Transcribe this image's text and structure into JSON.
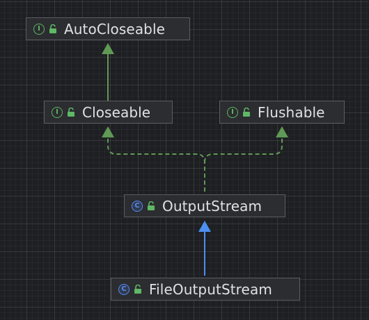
{
  "diagram": {
    "colors": {
      "interface_edge": "#5f9a56",
      "extends_edge": "#4d8ff0",
      "interface_icon": "#5fb865",
      "class_icon": "#548af7",
      "lock": "#5fb865"
    },
    "nodes": [
      {
        "id": "AutoCloseable",
        "label": "AutoCloseable",
        "kind": "interface",
        "kind_glyph": "I",
        "visibility_icon": "unlock-icon"
      },
      {
        "id": "Closeable",
        "label": "Closeable",
        "kind": "interface",
        "kind_glyph": "I",
        "visibility_icon": "unlock-icon"
      },
      {
        "id": "Flushable",
        "label": "Flushable",
        "kind": "interface",
        "kind_glyph": "I",
        "visibility_icon": "unlock-icon"
      },
      {
        "id": "OutputStream",
        "label": "OutputStream",
        "kind": "class",
        "kind_glyph": "C",
        "visibility_icon": "unlock-icon"
      },
      {
        "id": "FileOutputStream",
        "label": "FileOutputStream",
        "kind": "class",
        "kind_glyph": "C",
        "visibility_icon": "unlock-icon"
      }
    ],
    "edges": [
      {
        "from": "Closeable",
        "to": "AutoCloseable",
        "type": "extends-interface"
      },
      {
        "from": "OutputStream",
        "to": "Closeable",
        "type": "implements"
      },
      {
        "from": "OutputStream",
        "to": "Flushable",
        "type": "implements"
      },
      {
        "from": "FileOutputStream",
        "to": "OutputStream",
        "type": "extends"
      }
    ]
  }
}
